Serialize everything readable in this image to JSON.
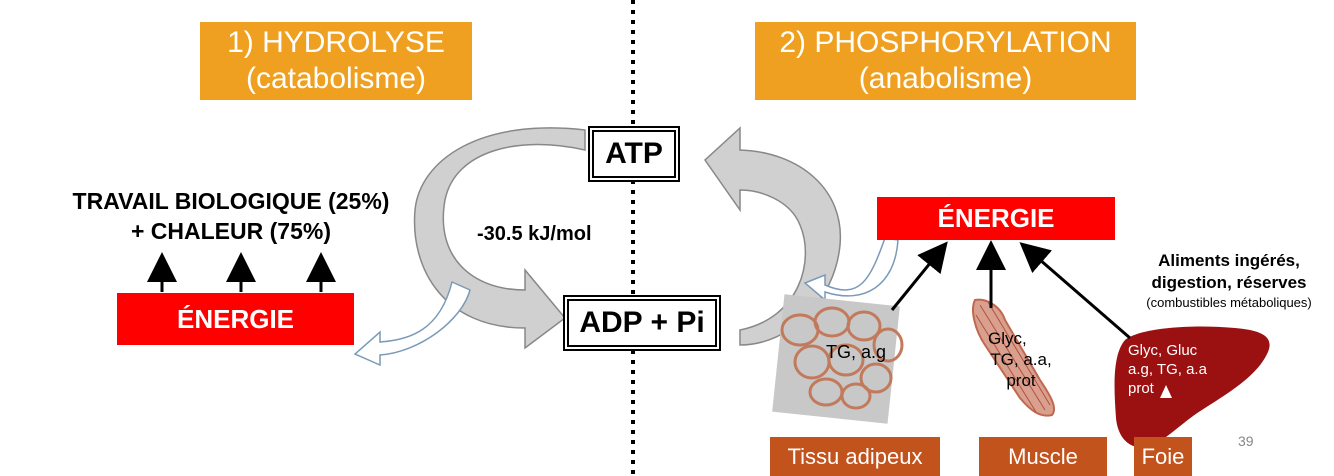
{
  "sections": {
    "left_title_line1": "1) HYDROLYSE",
    "left_title_line2": "(catabolisme)",
    "right_title_line1": "2) PHOSPHORYLATION",
    "right_title_line2": "(anabolisme)"
  },
  "left": {
    "work_line1": "TRAVAIL BIOLOGIQUE (25%)",
    "work_line2": "+ CHALEUR (75%)",
    "energy_label": "ÉNERGIE"
  },
  "cycle": {
    "atp_label": "ATP",
    "adp_label": "ADP + Pi",
    "free_energy": "-30.5 kJ/mol"
  },
  "right": {
    "energy_label": "ÉNERGIE",
    "sources_line1": "Aliments ingérés,",
    "sources_line2": "digestion, réserves",
    "sources_line3": "(combustibles métaboliques)",
    "adipose_content": "TG, a.g",
    "muscle_content_line1": "Glyc,",
    "muscle_content_line2": "TG, a.a,",
    "muscle_content_line3": "prot",
    "liver_content_line1": "Glyc, Gluc",
    "liver_content_line2": "a.g, TG, a.a",
    "liver_content_line3": "prot",
    "tissue_labels": [
      "Tissu adipeux",
      "Muscle",
      "Foie"
    ]
  },
  "page_number": "39",
  "colors": {
    "title_orange": "#f0a020",
    "energy_red": "#ff0000",
    "tissue_rust": "#c2531d",
    "liver_dark_red": "#9b1010"
  }
}
